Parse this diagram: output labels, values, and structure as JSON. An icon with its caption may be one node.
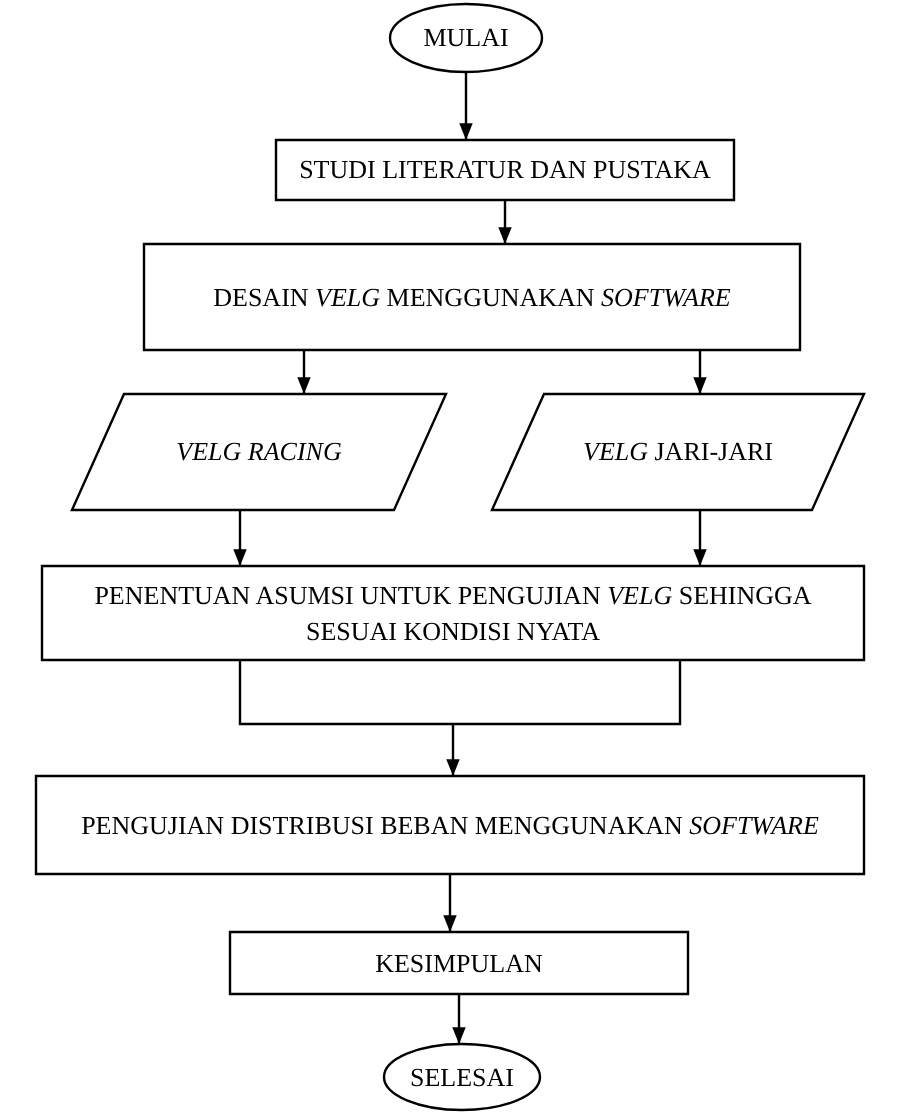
{
  "diagram": {
    "nodes": [
      {
        "text": [
          "MULAI"
        ]
      },
      {
        "text": [
          "STUDI LITERATUR DAN  PUSTAKA"
        ]
      },
      {
        "text": [
          "DESAIN *VELG* MENGGUNAKAN *SOFTWARE*"
        ]
      },
      {
        "text": [
          "VELG RACING"
        ]
      },
      {
        "text": [
          "*VELG* JARI-JARI"
        ]
      },
      {
        "text": [
          "PENENTUAN ASUMSI UNTUK PENGUJIAN *VELG* SEHINGGA SESUAI KONDISI NYATA"
        ]
      },
      {
        "text": [
          "PENGUJIAN DISTRIBUSI BEBAN MENGGUNAKAN *SOFTWARE*"
        ]
      },
      {
        "text": [
          "KESIMPULAN"
        ]
      },
      {
        "text": [
          "SELESAI"
        ]
      }
    ],
    "edges": [
      {
        "from": 0,
        "to": 1,
        "arrow": "to"
      },
      {
        "from": 1,
        "to": 2,
        "arrow": "to"
      },
      {
        "from": 2,
        "to": 3,
        "arrow": "to"
      },
      {
        "from": 2,
        "to": 4,
        "arrow": "to"
      },
      {
        "from": 3,
        "to": 5,
        "arrow": "to"
      },
      {
        "from": 4,
        "to": 5,
        "arrow": "to"
      },
      {
        "from": 5,
        "to": 6,
        "arrow": "to"
      },
      {
        "from": 6,
        "to": 7,
        "arrow": "to"
      },
      {
        "from": 7,
        "to": 8,
        "arrow": "to"
      }
    ]
  }
}
